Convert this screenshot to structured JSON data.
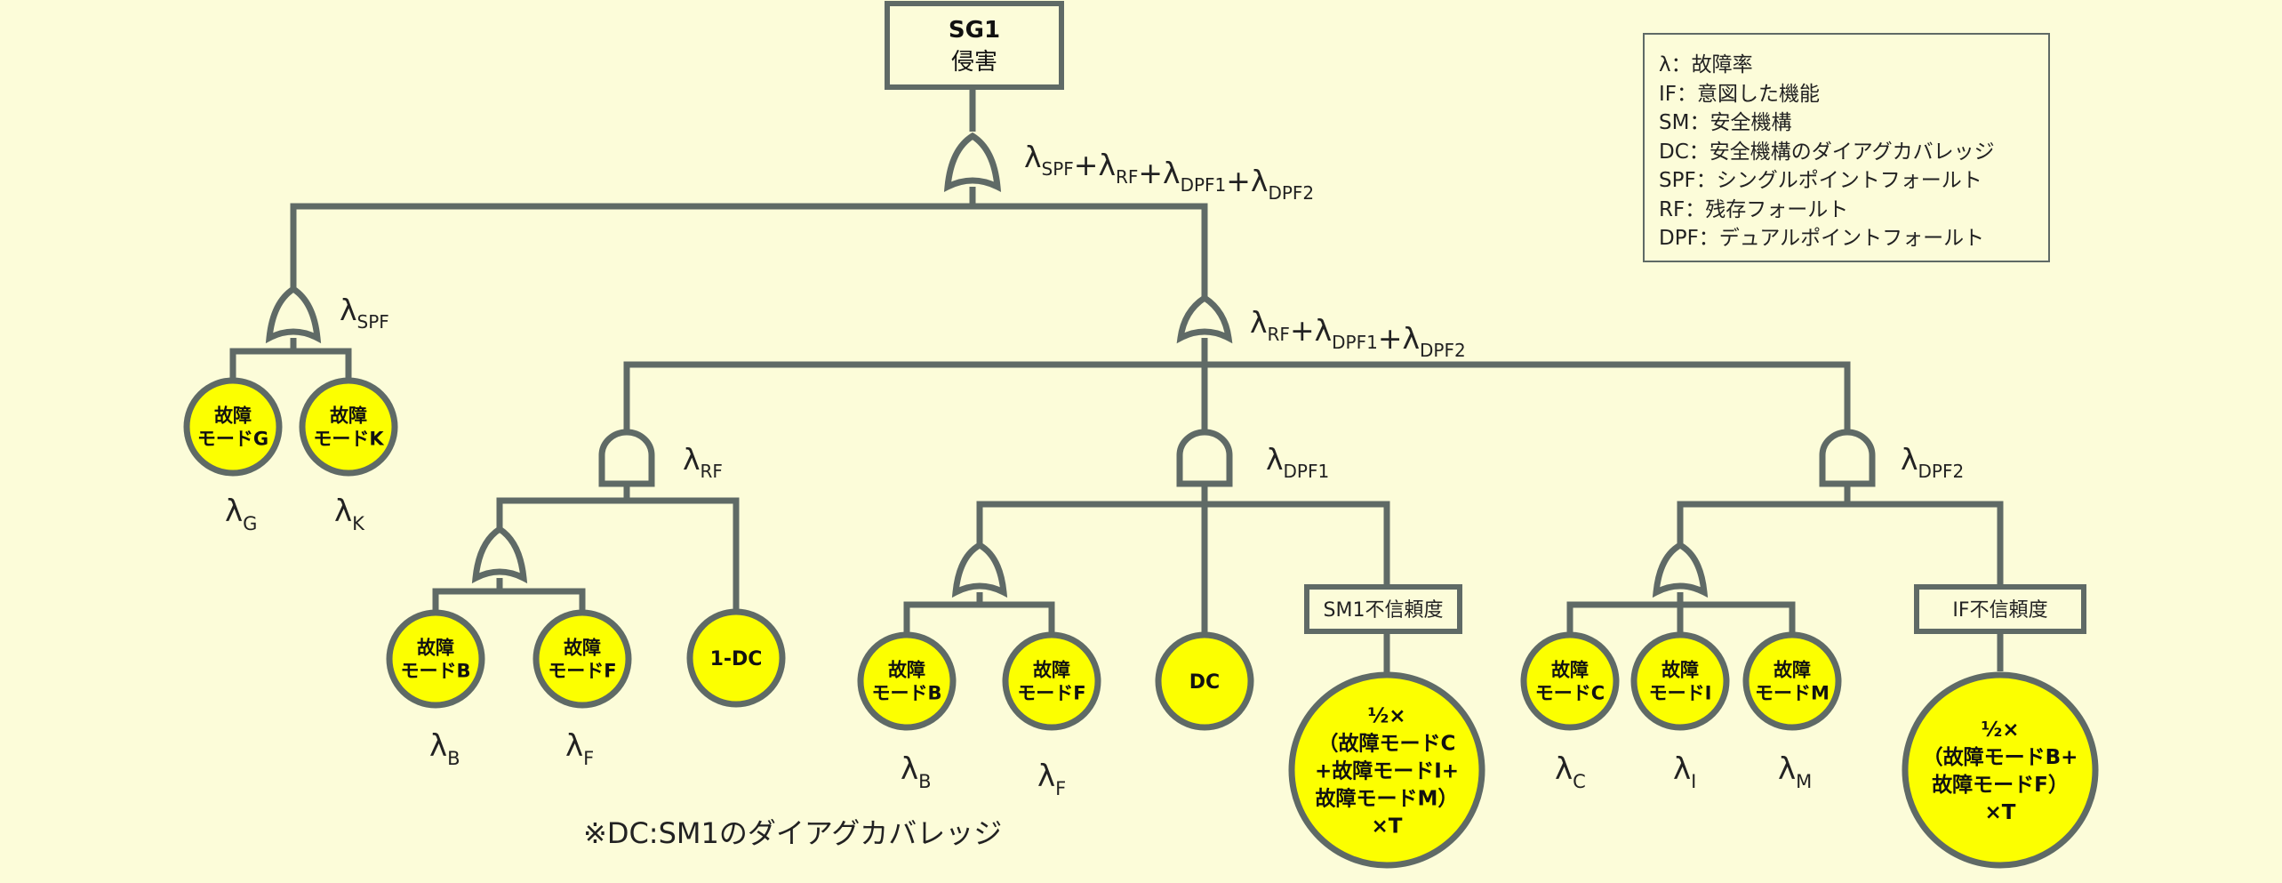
{
  "top_event": {
    "line1": "SG1",
    "line2": "侵害"
  },
  "formulas": {
    "top": [
      [
        "λ",
        "SPF"
      ],
      [
        "+λ",
        "RF"
      ],
      [
        "+λ",
        "DPF1"
      ],
      [
        "+λ",
        "DPF2"
      ]
    ],
    "spf": [
      [
        "λ",
        "SPF"
      ]
    ],
    "mid": [
      [
        "λ",
        "RF"
      ],
      [
        "+λ",
        "DPF1"
      ],
      [
        "+λ",
        "DPF2"
      ]
    ],
    "rf": [
      [
        "λ",
        "RF"
      ]
    ],
    "dpf1": [
      [
        "λ",
        "DPF1"
      ]
    ],
    "dpf2": [
      [
        "λ",
        "DPF2"
      ]
    ]
  },
  "events": {
    "g": [
      "故障",
      "モードG"
    ],
    "k": [
      "故障",
      "モードK"
    ],
    "b1": [
      "故障",
      "モードB"
    ],
    "f1": [
      "故障",
      "モードF"
    ],
    "dc1": [
      "1-DC"
    ],
    "b2": [
      "故障",
      "モードB"
    ],
    "f2": [
      "故障",
      "モードF"
    ],
    "dc": [
      "DC"
    ],
    "c": [
      "故障",
      "モードC"
    ],
    "i": [
      "故障",
      "モードI"
    ],
    "m": [
      "故障",
      "モードM"
    ],
    "sm1": [
      "½×",
      "（故障モードC",
      "+故障モードI+",
      "故障モードM）",
      "×T"
    ],
    "if": [
      "½×",
      "（故障モードB+",
      "故障モードF）",
      "×T"
    ]
  },
  "boxes": {
    "sm1": "SM1不信頼度",
    "if": "IF不信頼度"
  },
  "lambdas": {
    "g": [
      "λ",
      "G"
    ],
    "k": [
      "λ",
      "K"
    ],
    "b1": [
      "λ",
      "B"
    ],
    "f1": [
      "λ",
      "F"
    ],
    "b2": [
      "λ",
      "B"
    ],
    "f2": [
      "λ",
      "F"
    ],
    "c": [
      "λ",
      "C"
    ],
    "i": [
      "λ",
      "I"
    ],
    "m": [
      "λ",
      "M"
    ]
  },
  "legend": [
    "λ：故障率",
    "IF：意図した機能",
    "SM：安全機構",
    "DC：安全機構のダイアグカバレッジ",
    "SPF：シングルポイントフォールト",
    "RF：残存フォールト",
    "DPF：デュアルポイントフォールト"
  ],
  "note": "※DC:SM1のダイアグカバレッジ",
  "colors": {
    "background": "#fcfcd9",
    "event_fill": "#fcff00",
    "line": "#5f6a66"
  }
}
